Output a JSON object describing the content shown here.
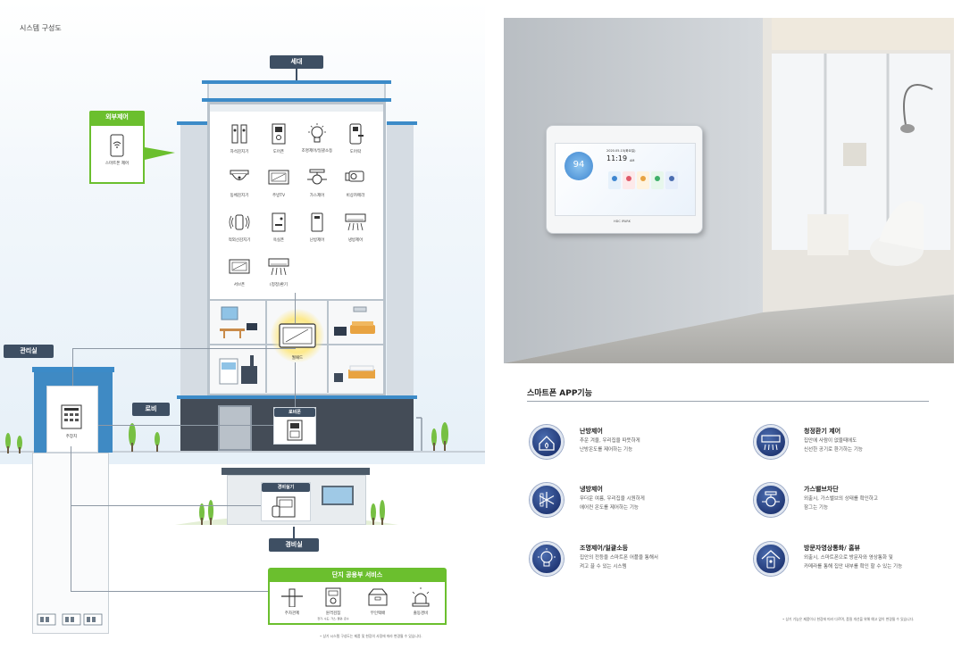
{
  "left": {
    "title": "시스템 구성도",
    "household_label": "세대",
    "external_label": "외부제어",
    "smartphone_label": "스마트폰 제어",
    "management_label": "관리실",
    "main_device_label": "주장치",
    "lobby_label": "로비",
    "lobby_phone_label": "로비폰",
    "wallpad_label": "월패드",
    "guard_label": "경비실",
    "guard_device_label": "경비실기",
    "common_service_title": "단지 공용부 서비스",
    "devices": [
      {
        "label": "자석감지기"
      },
      {
        "label": "도어폰"
      },
      {
        "label": "조명제어/일괄소등"
      },
      {
        "label": "도어락"
      },
      {
        "label": "동체감지기"
      },
      {
        "label": "주방TV"
      },
      {
        "label": "가스제어"
      },
      {
        "label": "비상카메라"
      },
      {
        "label": "적외선감지기"
      },
      {
        "label": "욕실폰"
      },
      {
        "label": "난방제어"
      },
      {
        "label": "냉방제어"
      },
      {
        "label": "서브폰"
      },
      {
        "label": "(청정)환기"
      }
    ],
    "common_services": [
      {
        "label": "주차관제",
        "sub": ""
      },
      {
        "label": "원격검침",
        "sub": "전기, 수도, 가스, 열량, 온수"
      },
      {
        "label": "무인택배",
        "sub": ""
      },
      {
        "label": "출동경비",
        "sub": ""
      }
    ],
    "footnote": "• 상기 시스템 구성도는 제품 및 현장의 사정에 따라 변경될 수 있습니다."
  },
  "right": {
    "device_screen": {
      "temperature": "94",
      "date": "2020.05.15(화요일)",
      "time": "11:19",
      "ampm": "AM",
      "brand": "HDC IPARK"
    },
    "section_title": "스마트폰 APP기능",
    "features": [
      {
        "title": "난방제어",
        "desc1": "추운 겨울, 우리집을 따뜻하게",
        "desc2": "난방온도를 제어하는 기능",
        "icon": "heating-icon"
      },
      {
        "title": "청정환기 제어",
        "desc1": "집안에 사람이 없을때에도",
        "desc2": "신선한 공기로 환기하는 기능",
        "icon": "ventilation-icon"
      },
      {
        "title": "냉방제어",
        "desc1": "무더운 여름, 우리집을 시원하게",
        "desc2": "에어컨 온도를 제어하는 기능",
        "icon": "cooling-icon"
      },
      {
        "title": "가스밸브차단",
        "desc1": "외출시, 가스밸브의 상태를 확인하고",
        "desc2": "잠그는 기능",
        "icon": "gas-valve-icon"
      },
      {
        "title": "조명제어/일괄소등",
        "desc1": "집안의 전등을 스마트폰 어플을 통해서",
        "desc2": "켜고 끌 수 있는 시스템",
        "icon": "light-icon"
      },
      {
        "title": "방문자영상통화/ 홈뷰",
        "desc1": "외출시, 스마트폰으로 방문자와 영상통화 및",
        "desc2": "카메라를 통해 집안 내부를 확인 할 수 있는 기능",
        "icon": "home-view-icon"
      }
    ],
    "footnote": "• 상기 기능은 제품이나 현장에 따라 다르며, 품질 개선을 위해 예고 없이 변경될 수 있습니다."
  },
  "colors": {
    "accent_blue": "#3c8bc8",
    "tag_dark": "#3e4f63",
    "green": "#6bbf2e",
    "navy_icon": "#233a78"
  }
}
